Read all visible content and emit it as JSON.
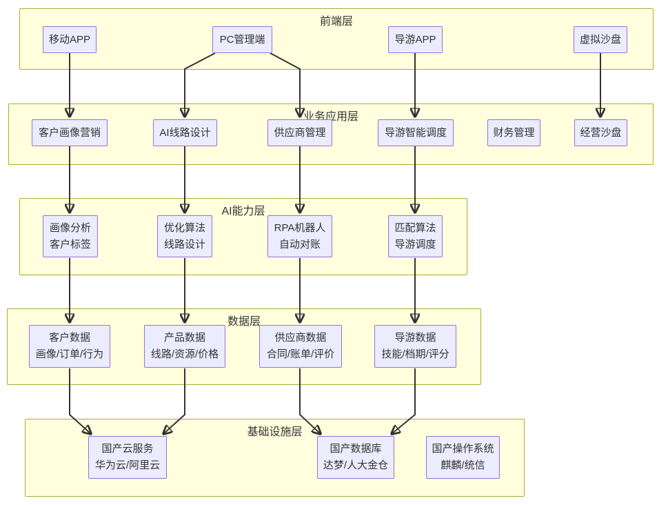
{
  "diagram": {
    "type": "layered-architecture-flowchart",
    "colors": {
      "container_fill": "#FFFFDE",
      "container_border": "#AAAA33",
      "node_fill": "#ECECFF",
      "node_border": "#9370DB",
      "arrow_color": "#333333",
      "text_color": "#333333"
    },
    "layers": {
      "frontend": {
        "title": "前端层"
      },
      "business": {
        "title": "业务应用层"
      },
      "ai": {
        "title": "AI能力层"
      },
      "data": {
        "title": "数据层"
      },
      "infra": {
        "title": "基础设施层"
      }
    },
    "nodes": {
      "mobile_app": {
        "label": "移动APP"
      },
      "pc_admin": {
        "label": "PC管理端"
      },
      "guide_app": {
        "label": "导游APP"
      },
      "virtual_sandbox": {
        "label": "虚拟沙盘"
      },
      "customer_marketing": {
        "label": "客户画像营销"
      },
      "ai_route_design": {
        "label": "AI线路设计"
      },
      "supplier_mgmt": {
        "label": "供应商管理"
      },
      "guide_scheduling": {
        "label": "导游智能调度"
      },
      "finance_mgmt": {
        "label": "财务管理"
      },
      "business_sandbox": {
        "label": "经营沙盘"
      },
      "profile_analysis": {
        "line1": "画像分析",
        "line2": "客户标签"
      },
      "route_optimization": {
        "line1": "优化算法",
        "line2": "线路设计"
      },
      "rpa_reconciliation": {
        "line1": "RPA机器人",
        "line2": "自动对账"
      },
      "matching_algorithm": {
        "line1": "匹配算法",
        "line2": "导游调度"
      },
      "customer_data": {
        "line1": "客户数据",
        "line2": "画像/订单/行为"
      },
      "product_data": {
        "line1": "产品数据",
        "line2": "线路/资源/价格"
      },
      "supplier_data": {
        "line1": "供应商数据",
        "line2": "合同/账单/评价"
      },
      "guide_data": {
        "line1": "导游数据",
        "line2": "技能/档期/评分"
      },
      "domestic_cloud": {
        "line1": "国产云服务",
        "line2": "华为云/阿里云"
      },
      "domestic_database": {
        "line1": "国产数据库",
        "line2": "达梦/人大金仓"
      },
      "domestic_os": {
        "line1": "国产操作系统",
        "line2": "麒麟/统信"
      }
    },
    "edges": [
      {
        "from": "mobile_app",
        "to": "customer_marketing"
      },
      {
        "from": "pc_admin",
        "to": "ai_route_design"
      },
      {
        "from": "pc_admin",
        "to": "supplier_mgmt"
      },
      {
        "from": "guide_app",
        "to": "guide_scheduling"
      },
      {
        "from": "virtual_sandbox",
        "to": "business_sandbox"
      },
      {
        "from": "customer_marketing",
        "to": "profile_analysis"
      },
      {
        "from": "ai_route_design",
        "to": "route_optimization"
      },
      {
        "from": "supplier_mgmt",
        "to": "rpa_reconciliation"
      },
      {
        "from": "guide_scheduling",
        "to": "matching_algorithm"
      },
      {
        "from": "profile_analysis",
        "to": "customer_data"
      },
      {
        "from": "route_optimization",
        "to": "product_data"
      },
      {
        "from": "rpa_reconciliation",
        "to": "supplier_data"
      },
      {
        "from": "matching_algorithm",
        "to": "guide_data"
      },
      {
        "from": "customer_data",
        "to": "domestic_cloud"
      },
      {
        "from": "product_data",
        "to": "domestic_cloud"
      },
      {
        "from": "supplier_data",
        "to": "domestic_database"
      },
      {
        "from": "guide_data",
        "to": "domestic_database"
      }
    ]
  }
}
